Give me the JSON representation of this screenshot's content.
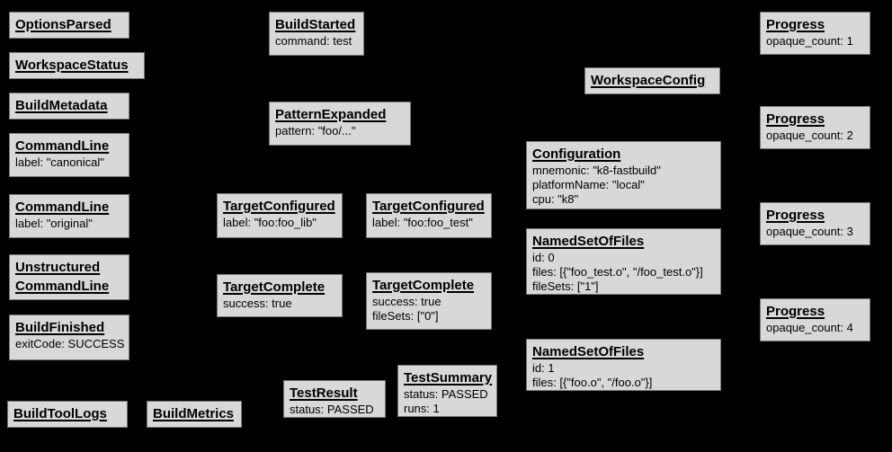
{
  "diagram": {
    "kind": "build-event-graph",
    "background_color": "#000000",
    "node_fill_color": "#d8d8d8",
    "node_border_color": "#787878",
    "text_color": "#000000"
  },
  "nodes": [
    {
      "title": "OptionsParsed",
      "lines": []
    },
    {
      "title": "WorkspaceStatus",
      "lines": []
    },
    {
      "title": "BuildMetadata",
      "lines": []
    },
    {
      "title": "CommandLine",
      "lines": [
        "label: \"canonical\""
      ]
    },
    {
      "title": "CommandLine",
      "lines": [
        "label: \"original\""
      ]
    },
    {
      "title": "Unstructured",
      "title2": "CommandLine",
      "lines": []
    },
    {
      "title": "BuildFinished",
      "lines": [
        "exitCode: SUCCESS"
      ]
    },
    {
      "title": "BuildToolLogs",
      "lines": []
    },
    {
      "title": "BuildMetrics",
      "lines": []
    },
    {
      "title": "BuildStarted",
      "lines": [
        "command: test"
      ]
    },
    {
      "title": "PatternExpanded",
      "lines": [
        "pattern: \"foo/...\""
      ]
    },
    {
      "title": "TargetConfigured",
      "lines": [
        "label: \"foo:foo_lib\""
      ]
    },
    {
      "title": "TargetConfigured",
      "lines": [
        "label: \"foo:foo_test\""
      ]
    },
    {
      "title": "TargetComplete",
      "lines": [
        "success: true"
      ]
    },
    {
      "title": "TargetComplete",
      "lines": [
        "success: true",
        "fileSets: [\"0\"]"
      ]
    },
    {
      "title": "TestResult",
      "lines": [
        "status: PASSED"
      ]
    },
    {
      "title": "TestSummary",
      "lines": [
        "status: PASSED",
        "runs: 1"
      ]
    },
    {
      "title": "WorkspaceConfig",
      "lines": []
    },
    {
      "title": "Configuration",
      "lines": [
        "mnemonic: \"k8-fastbuild\"",
        "platformName: \"local\"",
        "cpu: \"k8\""
      ]
    },
    {
      "title": "NamedSetOfFiles",
      "lines": [
        "id: 0",
        "files: [{\"foo_test.o\", \"/foo_test.o\"}]",
        "fileSets: [\"1\"]"
      ]
    },
    {
      "title": "NamedSetOfFiles",
      "lines": [
        "id: 1",
        "files: [{\"foo.o\", \"/foo.o\"}]"
      ]
    },
    {
      "title": "Progress",
      "lines": [
        "opaque_count: 1"
      ]
    },
    {
      "title": "Progress",
      "lines": [
        "opaque_count: 2"
      ]
    },
    {
      "title": "Progress",
      "lines": [
        "opaque_count: 3"
      ]
    },
    {
      "title": "Progress",
      "lines": [
        "opaque_count: 4"
      ]
    }
  ]
}
